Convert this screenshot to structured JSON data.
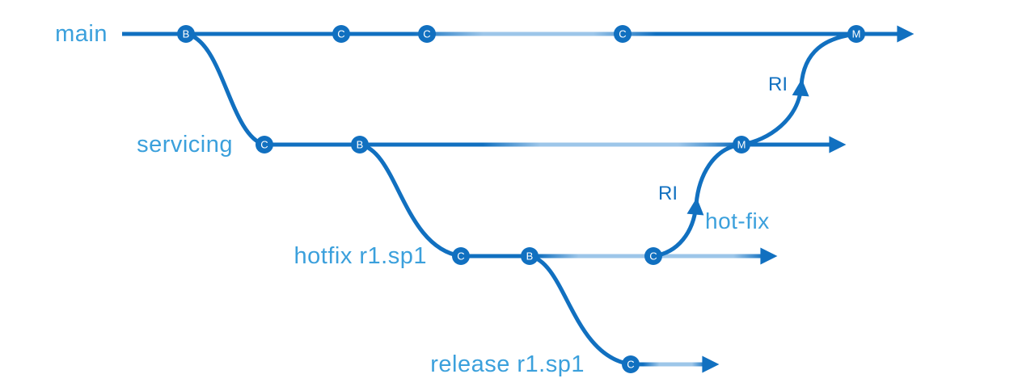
{
  "diagram": {
    "type": "branching-strategy-diagram",
    "colors": {
      "accent": "#1170C0",
      "line_highlight": "#9DC6E9",
      "branch_label": "#3BA0DC",
      "node_text": "#FFFFFF"
    },
    "branches": [
      {
        "label": "main",
        "nodes": [
          "B",
          "C",
          "C",
          "C",
          "M"
        ]
      },
      {
        "label": "servicing",
        "nodes": [
          "C",
          "B",
          "M"
        ]
      },
      {
        "label": "hotfix r1.sp1",
        "nodes": [
          "C",
          "B",
          "C"
        ]
      },
      {
        "label": "release r1.sp1",
        "nodes": [
          "C"
        ]
      }
    ],
    "ri_arrows": [
      {
        "label": "RI"
      },
      {
        "label": "RI",
        "annotation": "hot-fix"
      }
    ]
  }
}
